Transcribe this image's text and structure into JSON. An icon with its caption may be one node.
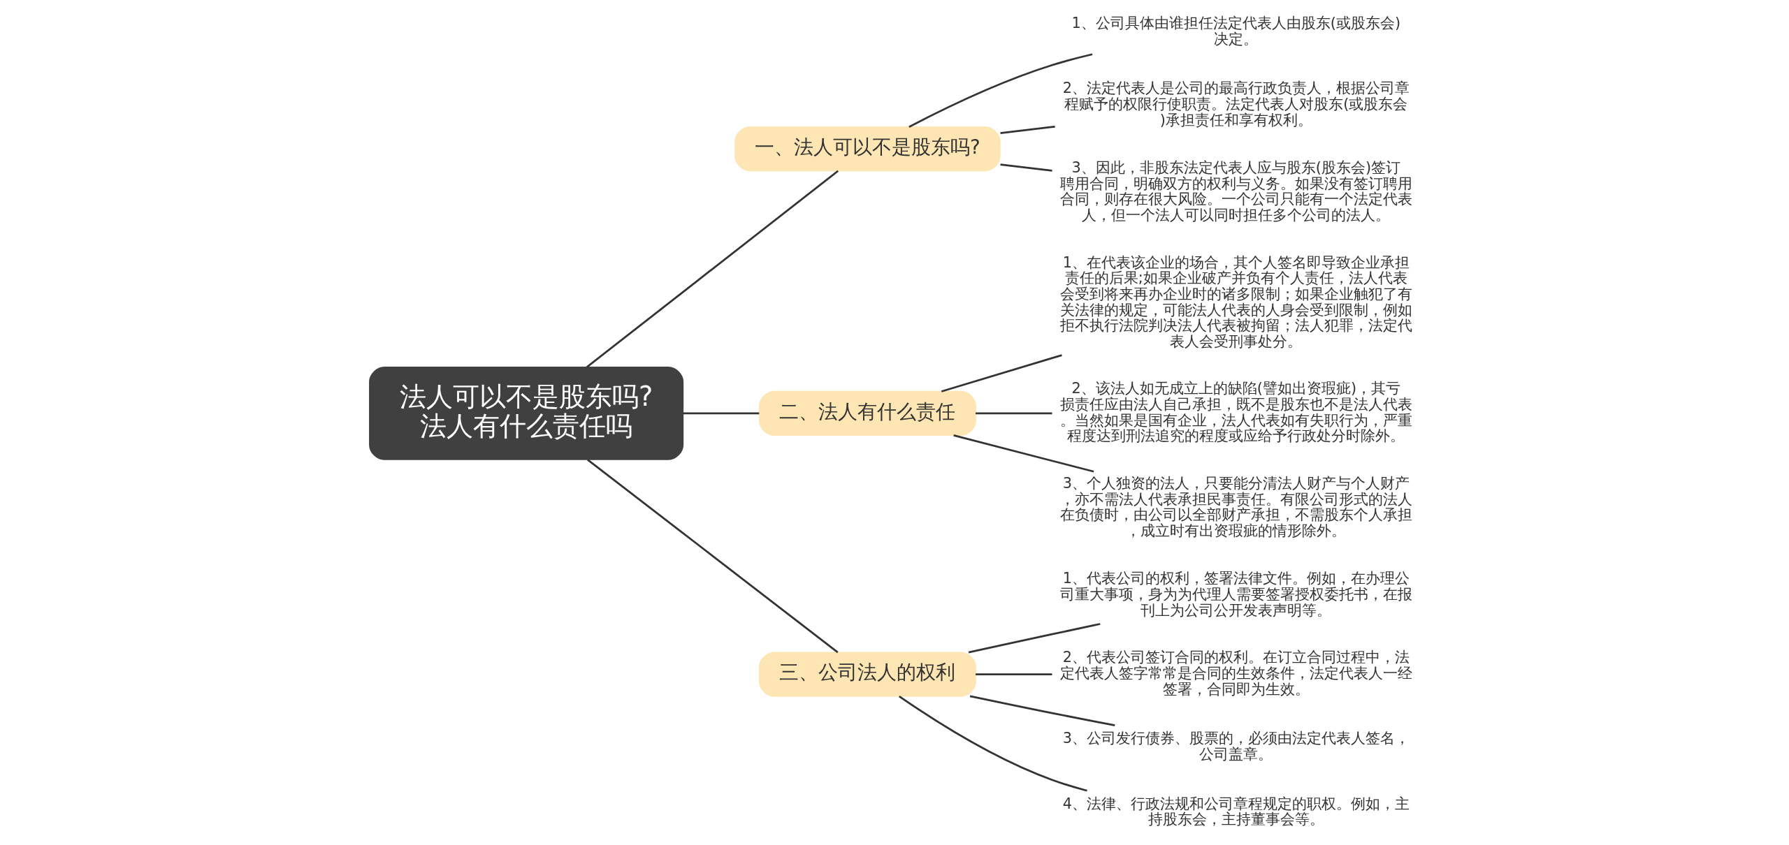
{
  "diagram": {
    "nodes": [
      {
        "text": [
          "法人可以不是股东吗?法人有什么责任吗"
        ]
      },
      {
        "text": [
          "一、法人可以不是股东吗?"
        ]
      },
      {
        "text": [
          "1、公司具体由谁担任法定代表人由股东(或股东会)决定。"
        ]
      },
      {
        "text": [
          "2、法定代表人是公司的最高行政负责人，根据公司章程赋予的权限行使职责。法定代表人对股东(或股东会)承担责任和享有权利。"
        ]
      },
      {
        "text": [
          "3、因此，非股东法定代表人应与股东(股东会)签订聘用合同，明确双方的权利与义务。如果没有签订聘用合同，则存在很大风险。一个公司只能有一个法定代表人，但一个法人可以同时担任多个公司的法人。"
        ]
      },
      {
        "text": [
          "二、法人有什么责任"
        ]
      },
      {
        "text": [
          "1、在代表该企业的场合，其个人签名即导致企业承担责任的后果;如果企业破产并负有个人责任，法人代表会受到将来再办企业时的诸多限制；如果企业触犯了有关法律的规定，可能法人代表的人身会受到限制，例如拒不执行法院判决法人代表被拘留；法人犯罪，法定代表人会受刑事处分。"
        ]
      },
      {
        "text": [
          "2、该法人如无成立上的缺陷(譬如出资瑕疵)，其亏损责任应由法人自己承担，既不是股东也不是法人代表。当然如果是国有企业，法人代表如有失职行为，严重程度达到刑法追究的程度或应给予行政处分时除外。"
        ]
      },
      {
        "text": [
          "3、个人独资的法人，只要能分清法人财产与个人财产，亦不需法人代表承担民事责任。有限公司形式的法人在负债时，由公司以全部财产承担，不需股东个人承担，成立时有出资瑕疵的情形除外。"
        ]
      },
      {
        "text": [
          "三、公司法人的权利"
        ]
      },
      {
        "text": [
          "1、代表公司的权利，签署法律文件。例如，在办理公司重大事项，身为为代理人需要签署授权委托书，在报刊上为公司公开发表声明等。"
        ]
      },
      {
        "text": [
          "2、代表公司签订合同的权利。在订立合同过程中，法定代表人签字常常是合同的生效条件，法定代表人一经签署，合同即为生效。"
        ]
      },
      {
        "text": [
          "3、公司发行债券、股票的，必须由法定代表人签名，公司盖章。"
        ]
      },
      {
        "text": [
          "4、法律、行政法规和公司章程规定的职权。例如，主持股东会，主持董事会等。"
        ]
      }
    ],
    "edges": [
      {
        "from": 0,
        "to": 1,
        "arrow": "none"
      },
      {
        "from": 1,
        "to": 2,
        "arrow": "none"
      },
      {
        "from": 1,
        "to": 3,
        "arrow": "none"
      },
      {
        "from": 1,
        "to": 4,
        "arrow": "none"
      },
      {
        "from": 0,
        "to": 5,
        "arrow": "none"
      },
      {
        "from": 5,
        "to": 6,
        "arrow": "none"
      },
      {
        "from": 5,
        "to": 7,
        "arrow": "none"
      },
      {
        "from": 5,
        "to": 8,
        "arrow": "none"
      },
      {
        "from": 0,
        "to": 9,
        "arrow": "none"
      },
      {
        "from": 9,
        "to": 10,
        "arrow": "none"
      },
      {
        "from": 9,
        "to": 11,
        "arrow": "none"
      },
      {
        "from": 9,
        "to": 12,
        "arrow": "none"
      },
      {
        "from": 9,
        "to": 13,
        "arrow": "none"
      }
    ]
  }
}
